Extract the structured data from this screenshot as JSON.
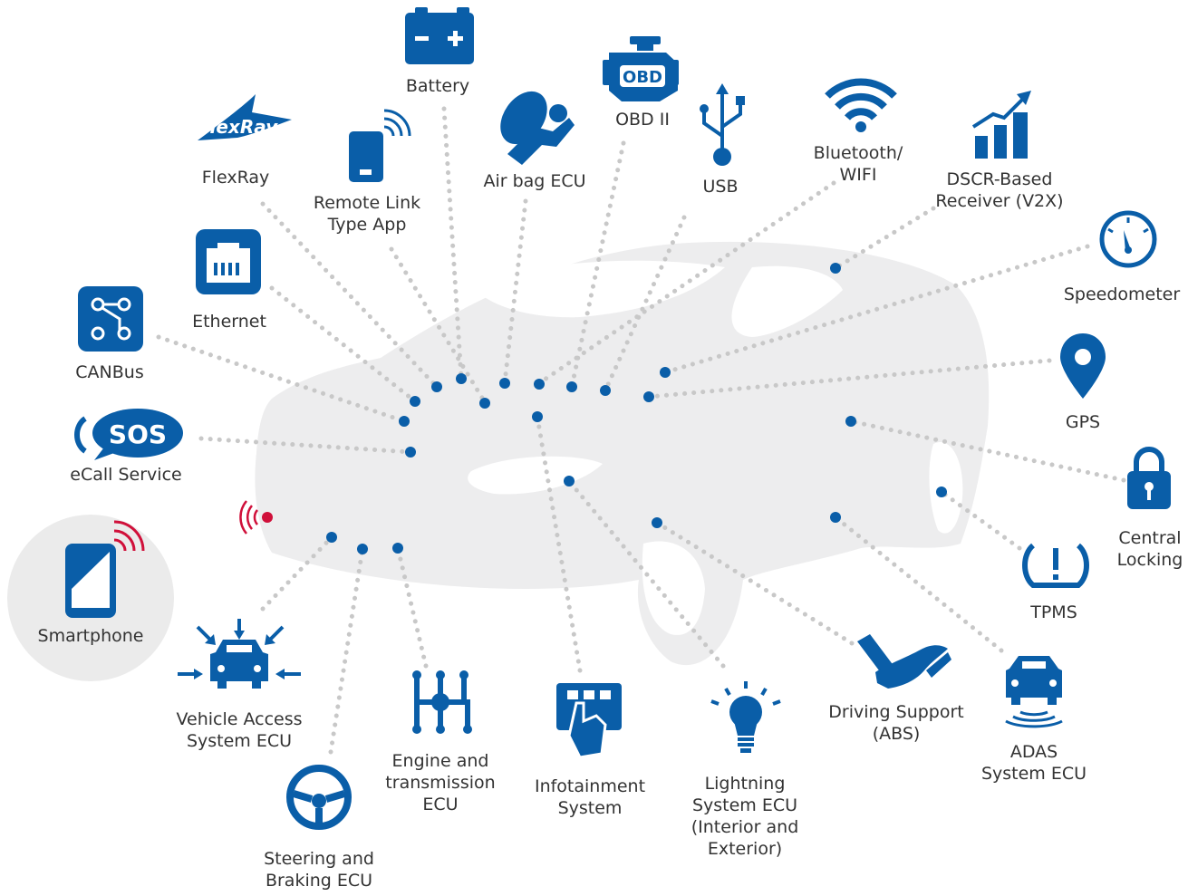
{
  "colors": {
    "primary_blue": "#0a5ea8",
    "alert_red": "#d0103a",
    "car_silhouette": "#ededee",
    "connector_gray": "#c8c8c8",
    "label_text": "#333333"
  },
  "labels": {
    "battery": "Battery",
    "obd": "OBD II",
    "obd_badge": "OBD",
    "flexray": "FlexRay",
    "flexray_logo": "FlexRay",
    "remote_app": [
      "Remote Link",
      "Type App"
    ],
    "airbag": "Air bag ECU",
    "usb": "USB",
    "bt_wifi": [
      "Bluetooth/",
      "WIFI"
    ],
    "dscr": [
      "DSCR-Based",
      "Receiver (V2X)"
    ],
    "speedometer": "Speedometer",
    "ethernet": "Ethernet",
    "canbus": "CANBus",
    "gps": "GPS",
    "ecall": "eCall Service",
    "sos_badge": "SOS",
    "central_locking": [
      "Central",
      "Locking"
    ],
    "smartphone": "Smartphone",
    "tpms": "TPMS",
    "vehicle_access": [
      "Vehicle Access",
      "System ECU"
    ],
    "engine": [
      "Engine and",
      "transmission",
      "ECU"
    ],
    "infotainment": [
      "Infotainment",
      "System"
    ],
    "lighting": [
      "Lightning",
      "System ECU",
      "(Interior and",
      "Exterior)"
    ],
    "driving_support": [
      "Driving Support",
      "(ABS)"
    ],
    "adas": [
      "ADAS",
      "System ECU"
    ],
    "steering": [
      "Steering and",
      "Braking ECU"
    ]
  },
  "icons": {
    "battery": "battery-icon",
    "obd": "obd-engine-icon",
    "flexray": "flexray-logo",
    "remote_app": "phone-signal-icon",
    "airbag": "airbag-icon",
    "usb": "usb-icon",
    "bt_wifi": "wifi-icon",
    "dscr": "signal-bars-icon",
    "speedometer": "speedometer-icon",
    "ethernet": "ethernet-port-icon",
    "canbus": "circuit-icon",
    "gps": "map-pin-icon",
    "ecall": "sos-call-icon",
    "central_locking": "padlock-icon",
    "smartphone": "smartphone-icon",
    "tpms": "tire-pressure-icon",
    "vehicle_access": "car-arrows-icon",
    "engine": "gearshift-icon",
    "infotainment": "touchscreen-icon",
    "lighting": "lightbulb-icon",
    "driving_support": "hand-pedal-icon",
    "adas": "car-sensor-icon",
    "steering": "steering-wheel-icon",
    "emitter": "rf-emitter-icon"
  }
}
